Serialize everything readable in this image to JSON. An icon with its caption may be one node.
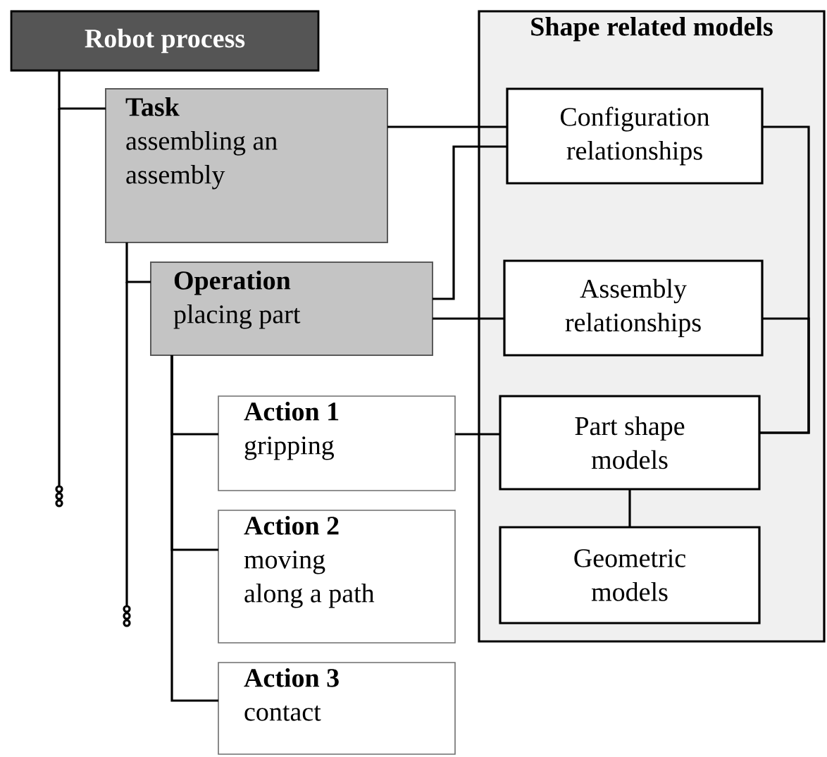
{
  "diagram": {
    "nodes": [
      {
        "text": [
          "Robot process"
        ]
      },
      {
        "text": [
          "Task",
          "assembling an assembly"
        ]
      },
      {
        "text": [
          "Operation",
          "placing part"
        ]
      },
      {
        "text": [
          "Action 1",
          "gripping"
        ]
      },
      {
        "text": [
          "Action 2",
          "moving along a path"
        ]
      },
      {
        "text": [
          "Action 3",
          "contact"
        ]
      },
      {
        "text": [
          "Shape related models"
        ]
      },
      {
        "text": [
          "Configuration relationships"
        ],
        "in": 6
      },
      {
        "text": [
          "Assembly relationships"
        ],
        "in": 6
      },
      {
        "text": [
          "Part shape models"
        ],
        "in": 6
      },
      {
        "text": [
          "Geometric models"
        ],
        "in": 6
      }
    ],
    "edges": [
      {
        "from": 0,
        "to": 1,
        "arrow": "none"
      },
      {
        "from": 1,
        "to": 2,
        "arrow": "none"
      },
      {
        "from": 2,
        "to": 3,
        "arrow": "none"
      },
      {
        "from": 2,
        "to": 4,
        "arrow": "none"
      },
      {
        "from": 2,
        "to": 5,
        "arrow": "none"
      },
      {
        "from": 1,
        "to": 7,
        "arrow": "none"
      },
      {
        "from": 2,
        "to": 7,
        "arrow": "none"
      },
      {
        "from": 2,
        "to": 8,
        "arrow": "none"
      },
      {
        "from": 3,
        "to": 9,
        "arrow": "none"
      },
      {
        "from": 7,
        "to": 9,
        "arrow": "none"
      },
      {
        "from": 8,
        "to": 9,
        "arrow": "none"
      },
      {
        "from": 9,
        "to": 10,
        "arrow": "none"
      }
    ]
  }
}
